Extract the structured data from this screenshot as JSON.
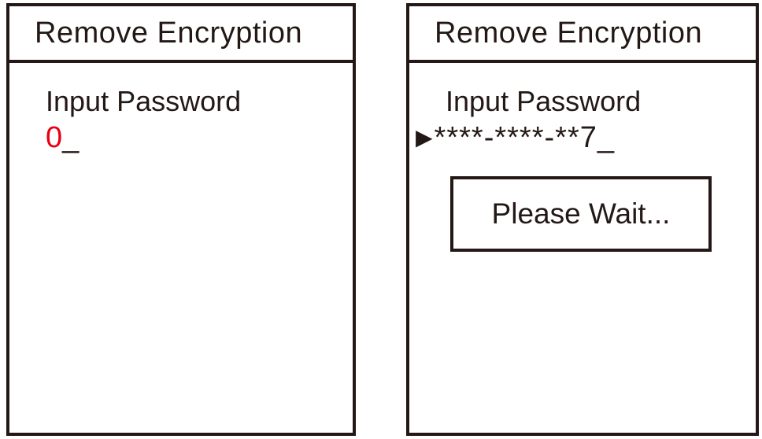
{
  "colors": {
    "ink": "#231815",
    "highlight": "#e60012"
  },
  "left_screen": {
    "title": "Remove Encryption",
    "prompt": "Input Password",
    "entry_value": "0",
    "cursor": "_"
  },
  "right_screen": {
    "title": "Remove Encryption",
    "prompt": "Input Password",
    "pointer": "▶",
    "entry_value": "****-****-**7",
    "cursor": "_",
    "dialog_message": "Please Wait..."
  }
}
